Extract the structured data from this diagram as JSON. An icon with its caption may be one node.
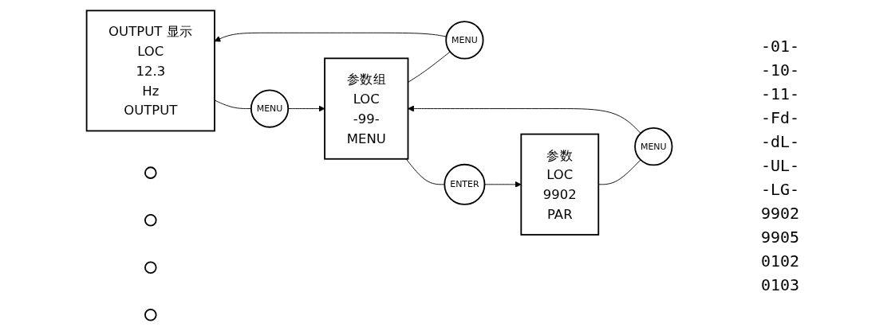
{
  "diagram": {
    "nodes": [
      {
        "text": [
          "OUTPUT 显示",
          "LOC",
          "12.3",
          "Hz",
          "OUTPUT"
        ]
      },
      {
        "text": [
          "MENU"
        ]
      },
      {
        "text": [
          "参数组",
          "LOC",
          "-99-",
          "MENU"
        ]
      },
      {
        "text": [
          "MENU"
        ]
      },
      {
        "text": [
          "ENTER"
        ]
      },
      {
        "text": [
          "参数",
          "LOC",
          "9902",
          "PAR"
        ]
      },
      {
        "text": [
          "MENU"
        ]
      },
      {
        "text": [],
        "shape": "circle"
      },
      {
        "text": [],
        "shape": "circle"
      },
      {
        "text": [],
        "shape": "circle"
      },
      {
        "text": [],
        "shape": "circle"
      }
    ],
    "edges": [
      {
        "from": 0,
        "to": 1,
        "arrow": "none"
      },
      {
        "from": 1,
        "to": 2,
        "arrow": "to"
      },
      {
        "from": 2,
        "to": 3,
        "arrow": "none"
      },
      {
        "from": 3,
        "to": 0,
        "arrow": "to"
      },
      {
        "from": 2,
        "to": 4,
        "arrow": "none"
      },
      {
        "from": 4,
        "to": 5,
        "arrow": "to"
      },
      {
        "from": 5,
        "to": 6,
        "arrow": "none"
      },
      {
        "from": 6,
        "to": 2,
        "arrow": "to"
      }
    ],
    "labels": [
      "-01-",
      "-10-",
      "-11-",
      "-Fd-",
      "-dL-",
      "-UL-",
      "-LG-",
      "9902",
      "9905",
      "0102",
      "0103"
    ]
  }
}
